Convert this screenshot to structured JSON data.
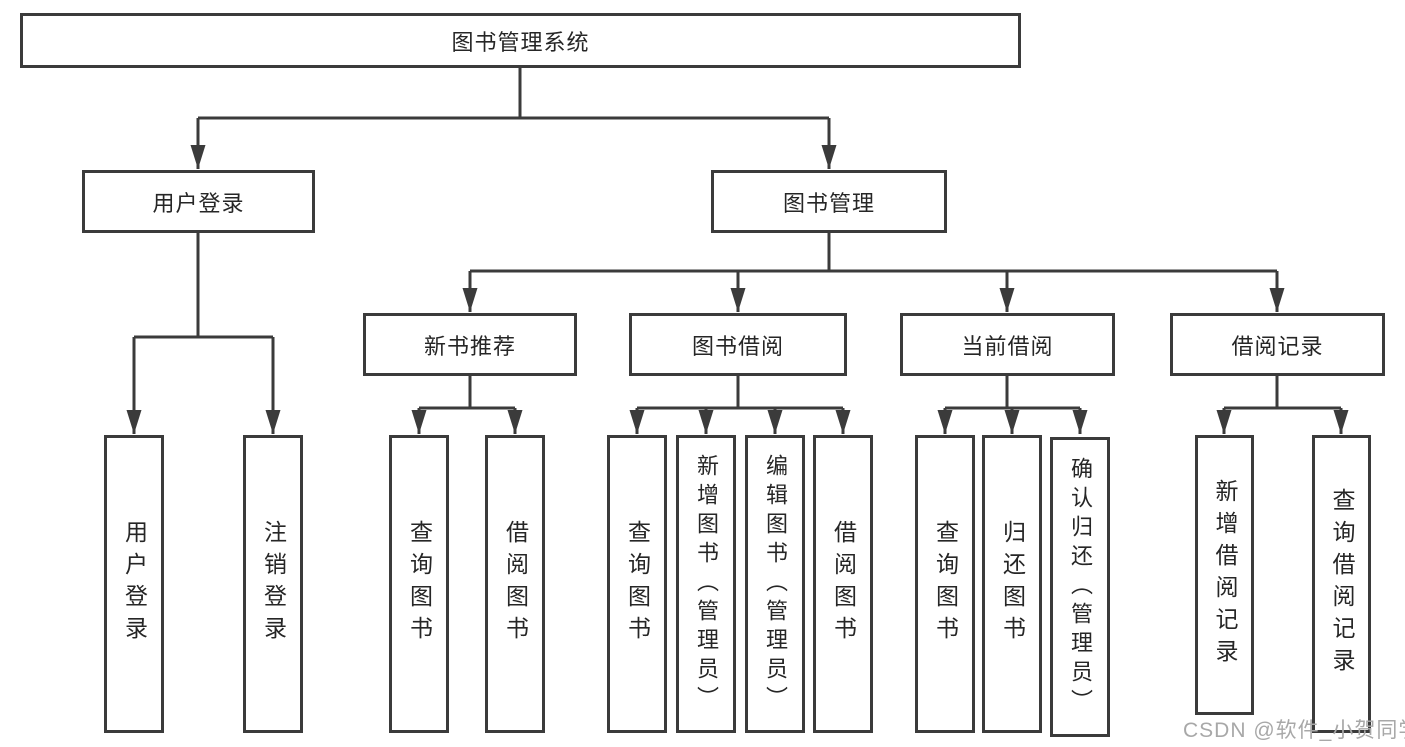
{
  "style": {
    "line_color": "#3b3b3b",
    "box_border_color": "#3b3b3b",
    "box_background": "#ffffff",
    "text_color": "#262626",
    "watermark_color": "#a8a8a8",
    "page_background": "#ffffff"
  },
  "tree": {
    "root": {
      "label": "图书管理系统"
    },
    "children": [
      {
        "label": "用户登录",
        "children": [
          {
            "label": "用户登录"
          },
          {
            "label": "注销登录"
          }
        ]
      },
      {
        "label": "图书管理",
        "children": [
          {
            "label": "新书推荐",
            "children": [
              {
                "label": "查询图书"
              },
              {
                "label": "借阅图书"
              }
            ]
          },
          {
            "label": "图书借阅",
            "children": [
              {
                "label": "查询图书"
              },
              {
                "label": "新增图书（管理员）"
              },
              {
                "label": "编辑图书（管理员）"
              },
              {
                "label": "借阅图书"
              }
            ]
          },
          {
            "label": "当前借阅",
            "children": [
              {
                "label": "查询图书"
              },
              {
                "label": "归还图书"
              },
              {
                "label": "确认归还（管理员）"
              }
            ]
          },
          {
            "label": "借阅记录",
            "children": [
              {
                "label": "新增借阅记录"
              },
              {
                "label": "查询借阅记录"
              }
            ]
          }
        ]
      }
    ]
  },
  "watermark": {
    "text": "CSDN @软件_小贺同学"
  }
}
